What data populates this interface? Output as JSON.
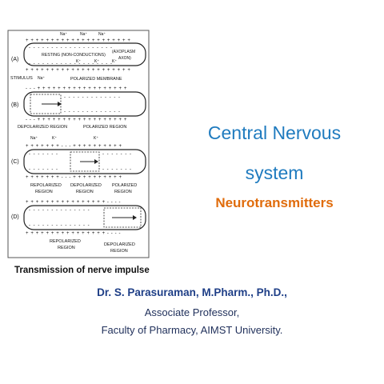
{
  "figure": {
    "panels": [
      {
        "id": "(A)",
        "top_ions": [
          "Na⁺",
          "Na⁺",
          "Na⁺"
        ],
        "inner_ions": [
          "K⁺",
          "K⁺",
          "K⁺"
        ],
        "inner_text": "RESTING (NON-CONDUCTIONS)",
        "inner_text2": "(AXOPLASM",
        "inner_text3": "AXON)",
        "bottom_labels": [
          "POLARIZED MEMBRANE"
        ],
        "left_label": "STIMULUS",
        "left_label2": "Na⁺"
      },
      {
        "id": "(B)",
        "bottom_labels": [
          "DEPOLARIZED REGION",
          "POLARIZED REGION"
        ]
      },
      {
        "id": "(C)",
        "top_ions": [
          "Na⁺",
          "K⁺",
          "K⁺"
        ],
        "bottom_labels": [
          "REPOLARIZED",
          "DEPOLARIZED",
          "POLARIZED"
        ],
        "bottom_labels2": [
          "REGION",
          "REGION",
          "REGION"
        ]
      },
      {
        "id": "(D)",
        "bottom_labels": [
          "REPOLARIZED",
          "DEPOLARIZED"
        ],
        "bottom_labels2": [
          "REGION",
          "REGION"
        ]
      }
    ]
  },
  "caption": "Transmission of nerve impulse",
  "title_line1": "Central Nervous",
  "title_line2": "system",
  "subtitle": "Neurotransmitters",
  "author": "Dr. S. Parasuraman, M.Pharm., Ph.D.,",
  "position": "Associate Professor,",
  "affiliation": "Faculty of Pharmacy,  AIMST University.",
  "colors": {
    "title": "#1f7bbf",
    "subtitle": "#e06c0c",
    "author": "#1f3f87",
    "body": "#1f2f5a"
  }
}
